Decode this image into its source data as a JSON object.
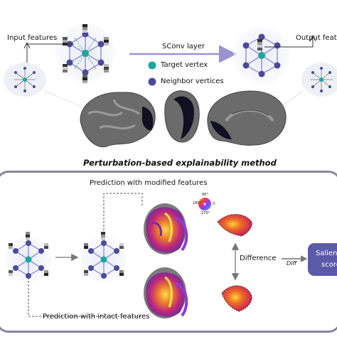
{
  "top": {
    "input_label": "Input features",
    "output_label": "Output featu",
    "layer_label": "SConv layer",
    "legend": [
      {
        "label": "Target vertex",
        "color": "#1aa89c"
      },
      {
        "label": "Neighbor vertices",
        "color": "#4a4b9b"
      }
    ]
  },
  "method_title": "Perturbation-based explainability method",
  "bottom": {
    "modified_label": "Prediction with modified features",
    "intact_label": "Prediction with intact features",
    "difference_label": "Difference",
    "diff_label": "Diff",
    "saliency_line1": "Salienc",
    "saliency_line2": "score",
    "colorwheel": {
      "top": "90°",
      "left": "180°",
      "bottom": "270°",
      "right": "0"
    }
  },
  "colors": {
    "target": "#1aa89c",
    "neighbor": "#4a4b9b",
    "edge": "#9a8fd8",
    "arrow": "#9b93cf",
    "panel_border": "#8a8499",
    "saliency_bg": "#5b5aa8",
    "brain_gray": "#6b6b6b"
  }
}
